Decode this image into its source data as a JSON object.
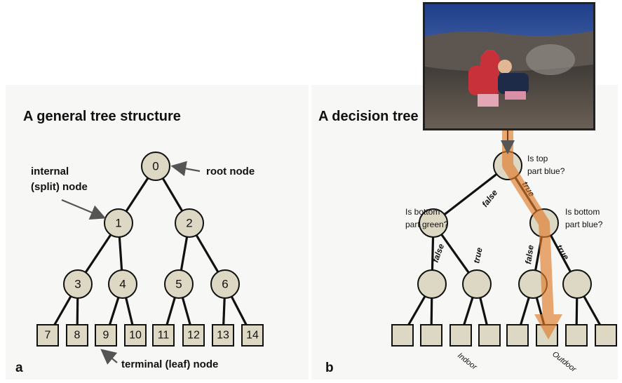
{
  "panel_a": {
    "title": "A general tree structure",
    "panel_label": "a",
    "nodes": [
      "0",
      "1",
      "2",
      "3",
      "4",
      "5",
      "6"
    ],
    "leaves": [
      "7",
      "8",
      "9",
      "10",
      "11",
      "12",
      "13",
      "14"
    ],
    "annotations": {
      "root": "root node",
      "internal_line1": "internal",
      "internal_line2": "(split) node",
      "terminal": "terminal (leaf) node"
    }
  },
  "panel_b": {
    "title": "A decision tree",
    "panel_label": "b",
    "questions": {
      "root_line1": "Is top",
      "root_line2": "part blue?",
      "left_line1": "Is bottom",
      "left_line2": "part green?",
      "right_line1": "Is bottom",
      "right_line2": "part blue?"
    },
    "edge_labels": {
      "root_false": "false",
      "root_true": "true",
      "left_false": "false",
      "left_true": "true",
      "right_false": "false",
      "right_true": "true"
    },
    "outcomes": {
      "indoor": "Indoor",
      "outdoor": "Outdoor"
    },
    "path_color": "#e07b2a"
  }
}
